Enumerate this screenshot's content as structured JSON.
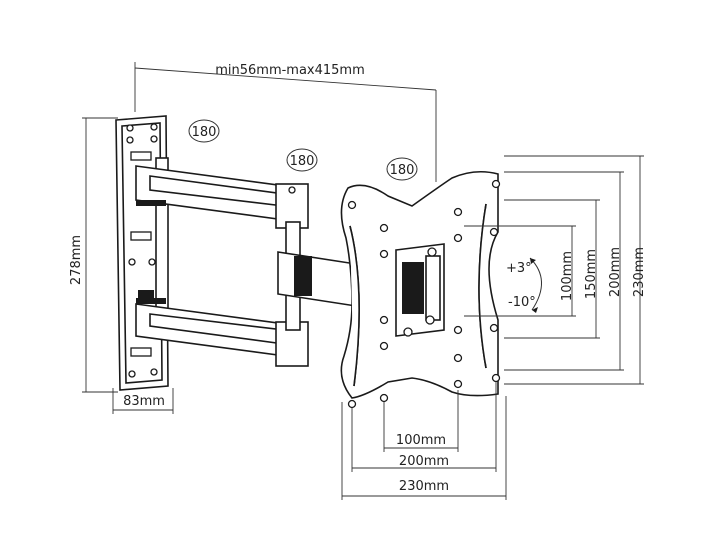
{
  "dimensions": {
    "arm_extension": "min56mm-max415mm",
    "wall_plate_height": "278mm",
    "wall_plate_width": "83mm",
    "vesa_h_100": "100mm",
    "vesa_h_200": "200mm",
    "vesa_h_230": "230mm",
    "vesa_v_100": "100mm",
    "vesa_v_150": "150mm",
    "vesa_v_200": "200mm",
    "vesa_v_230": "230mm"
  },
  "rotations": {
    "wall_pivot": "180",
    "middle_pivot": "180",
    "head_pivot": "180"
  },
  "tilt": {
    "up": "+3°",
    "down": "-10°"
  }
}
